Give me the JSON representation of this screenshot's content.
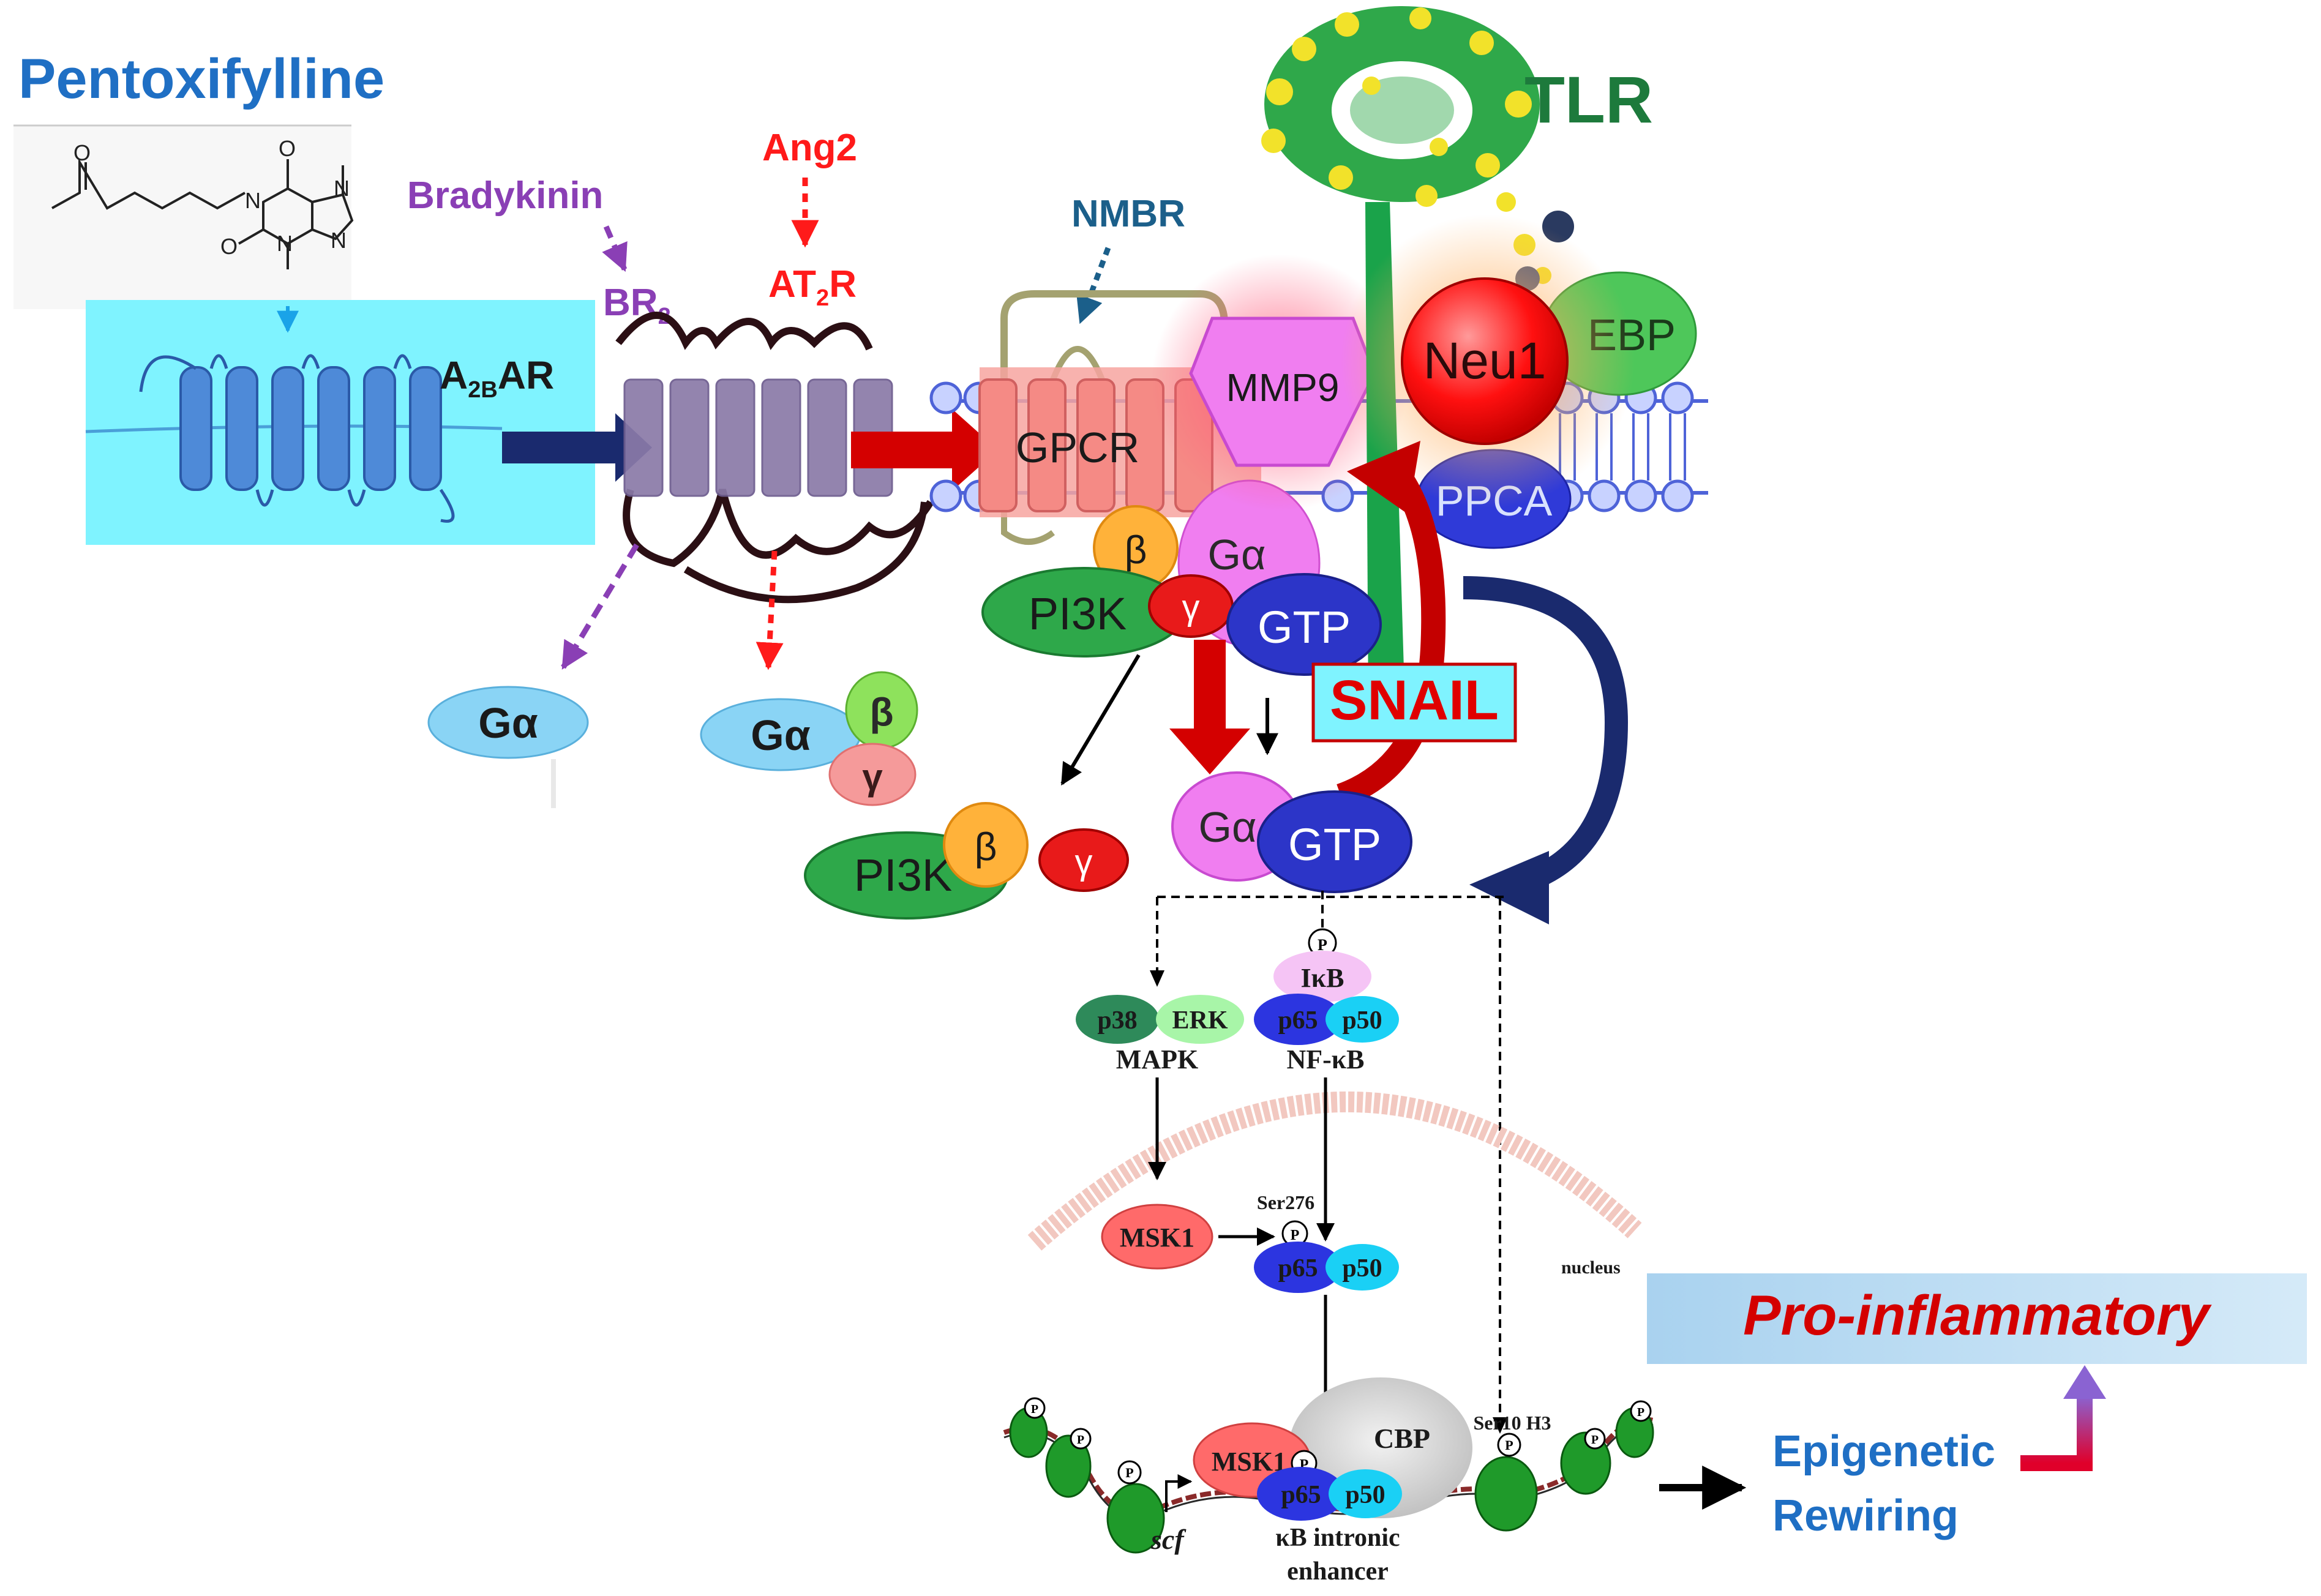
{
  "drug": {
    "name": "Pentoxifylline"
  },
  "receptors": {
    "a2bar": "A2BAR",
    "a2bar_main": "A",
    "a2bar_sub": "2B",
    "a2bar_tail": "AR",
    "br2_main": "BR",
    "br2_sub": "2",
    "at2r_main": "AT",
    "at2r_sub": "2",
    "at2r_tail": "R",
    "gpcr": "GPCR",
    "nmbr": "NMBR",
    "tlr": "TLR",
    "mmp9": "MMP9",
    "neu1": "Neu1",
    "ebp": "EBP",
    "ppca": "PPCA"
  },
  "ligands": {
    "bradykinin": "Bradykinin",
    "ang2": "Ang2"
  },
  "gproteins": {
    "ga": "Gα",
    "beta": "β",
    "gamma": "γ",
    "gtp": "GTP",
    "pi3k": "PI3K"
  },
  "snail": "SNAIL",
  "signaling": {
    "p_mark": "P",
    "ikb": "IκB",
    "p65": "p65",
    "p50": "p50",
    "nfkb": "NF-κB",
    "p38": "p38",
    "erk": "ERK",
    "mapk": "MAPK",
    "msk1": "MSK1",
    "ser276": "Ser276",
    "nucleus": "nucleus",
    "cbp": "CBP",
    "ser10h3": "Ser10 H3",
    "scf": "scf",
    "kb_line1": "κB intronic",
    "kb_line2": "enhancer"
  },
  "outcomes": {
    "epigenetic_1": "Epigenetic",
    "epigenetic_2": "Rewiring",
    "pro_inflammatory": "Pro-inflammatory"
  },
  "colors": {
    "drug_blue": "#1f6fc4",
    "receptor_bg": "#7ff3ff",
    "purple_ligand": "#8a3fb5",
    "red_ligand": "#ff1a1a",
    "nmbr_blue": "#1b5f8a",
    "tlr_green": "#1d7a3c",
    "navy_arrow": "#1a2a6e",
    "red_arrow": "#d40000"
  }
}
